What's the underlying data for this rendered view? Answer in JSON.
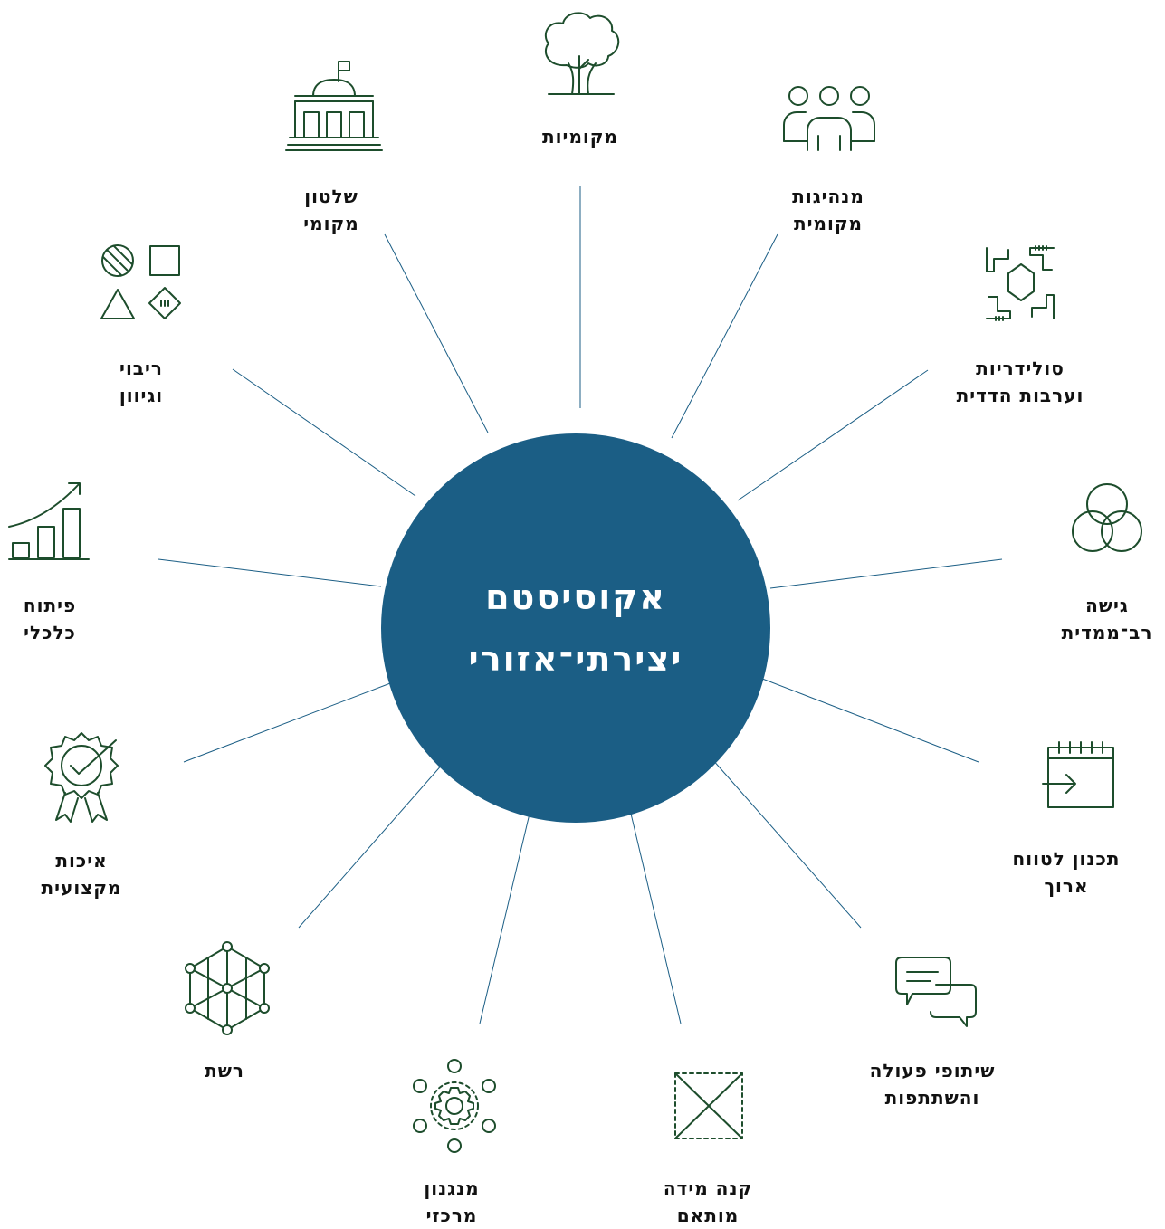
{
  "center": {
    "line1": "אקוסיסטם",
    "line2": "יצירתי־אזורי"
  },
  "nodes": [
    {
      "id": "trees",
      "icon": "tree-icon",
      "lines": [
        "מקומיות"
      ]
    },
    {
      "id": "leadership",
      "icon": "people-group-icon",
      "lines": [
        "מנהיגות",
        "מקומית"
      ]
    },
    {
      "id": "solidarity",
      "icon": "joined-hands-icon",
      "lines": [
        "סולידריות",
        "וערבות הדדית"
      ]
    },
    {
      "id": "multidim",
      "icon": "venn-circles-icon",
      "lines": [
        "גישה",
        "רב־ממדית"
      ]
    },
    {
      "id": "planning",
      "icon": "calendar-arrow-icon",
      "lines": [
        "תכנון לטווח",
        "ארוך"
      ]
    },
    {
      "id": "cooperation",
      "icon": "chat-bubbles-icon",
      "lines": [
        "שיתופי פעולה",
        "והשתתפות"
      ]
    },
    {
      "id": "scale",
      "icon": "crossed-frame-icon",
      "lines": [
        "קנה מידה",
        "מותאם"
      ]
    },
    {
      "id": "mechanism",
      "icon": "gear-network-icon",
      "lines": [
        "מנגנון",
        "מרכזי"
      ]
    },
    {
      "id": "network",
      "icon": "hex-network-icon",
      "lines": [
        "רשת"
      ]
    },
    {
      "id": "quality",
      "icon": "award-badge-icon",
      "lines": [
        "איכות",
        "מקצועית"
      ]
    },
    {
      "id": "economic",
      "icon": "growth-chart-icon",
      "lines": [
        "פיתוח",
        "כלכלי"
      ]
    },
    {
      "id": "diversity",
      "icon": "shapes-icon",
      "lines": [
        "ריבוי",
        "וגיוון"
      ]
    },
    {
      "id": "government",
      "icon": "town-hall-icon",
      "lines": [
        "שלטון",
        "מקומי"
      ]
    }
  ],
  "colors": {
    "center": "#1b5e85",
    "icon": "#1d4d2c",
    "text": "#111111",
    "line": "#1b5e85"
  }
}
